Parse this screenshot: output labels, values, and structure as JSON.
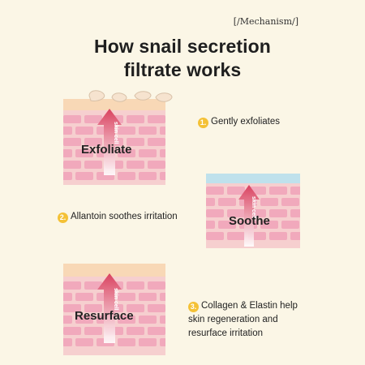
{
  "tag": "[/Mechanism/]",
  "title": {
    "line1": "How snail secretion",
    "line2": "filtrate works"
  },
  "panels": {
    "exfoliate": {
      "label": "Exfoliate",
      "arrow_text": "skin cell"
    },
    "soothe": {
      "label": "Soothe",
      "arrow_text": "skin cell"
    },
    "resurface": {
      "label": "Resurface",
      "arrow_text": "skin cell"
    }
  },
  "steps": [
    {
      "number": "1.",
      "text": "Gently exfoliates"
    },
    {
      "number": "2.",
      "text": "Allantoin soothes irritation"
    },
    {
      "number": "3.",
      "line1": "Collagen & Elastin help",
      "line2": "skin regeneration and",
      "line3": "resurface irritation"
    }
  ],
  "colors": {
    "background": "#fbf6e6",
    "skin_fill": "#f6cfcf",
    "brick": "#f1a9bc",
    "arrow": "#d9415f",
    "step_badge": "#f4c136",
    "surface": "#f8d8b6",
    "moisture": "#bfe1ec"
  }
}
